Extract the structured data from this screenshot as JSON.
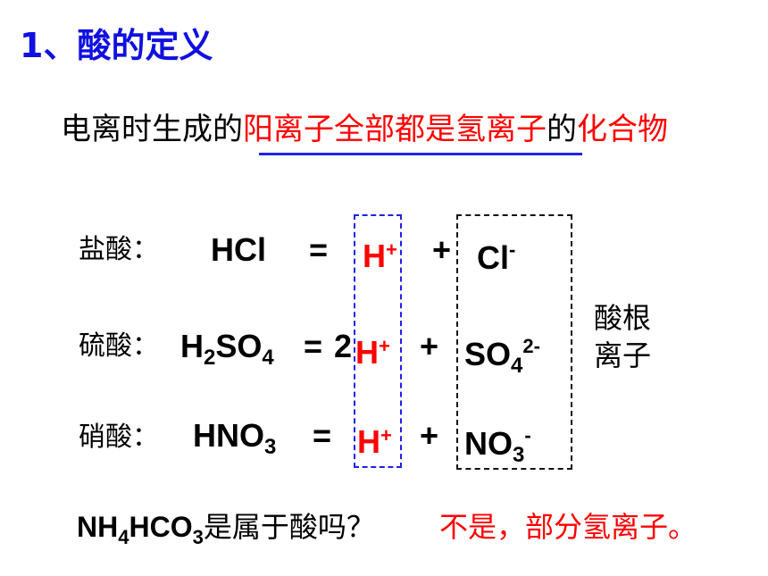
{
  "title": {
    "number": "1、",
    "text": "酸的定义"
  },
  "definition": {
    "part1": "电离时生成的",
    "part2_red": "阳离子全部都是氢离子",
    "part3": "的",
    "part4_red": "化合物"
  },
  "equations": [
    {
      "name": "盐酸：",
      "formula": "HCl",
      "sign": "=",
      "coef": "",
      "cation": "H",
      "cation_charge": "+",
      "plus": "+",
      "anion": "Cl",
      "anion_sub": "",
      "anion_charge": "-"
    },
    {
      "name": "硫酸：",
      "formula_parts": [
        "H",
        "2",
        "SO",
        "4"
      ],
      "sign": "=",
      "coef": "2",
      "cation": "H",
      "cation_charge": "+",
      "plus": "+",
      "anion": "SO",
      "anion_sub": "4",
      "anion_charge": "2-"
    },
    {
      "name": "硝酸：",
      "formula_parts": [
        "HNO",
        "3"
      ],
      "sign": "=",
      "coef": "",
      "cation": "H",
      "cation_charge": "+",
      "plus": "+",
      "anion": "NO",
      "anion_sub": "3",
      "anion_charge": "-"
    }
  ],
  "acid_radical_label": {
    "line1": "酸根",
    "line2": "离子"
  },
  "question": {
    "formula_parts": [
      "NH",
      "4",
      "HCO",
      "3"
    ],
    "text": "是属于酸吗？"
  },
  "answer": "不是，部分氢离子。",
  "colors": {
    "highlight_red": "#ff0000",
    "underline_blue": "#2222ee",
    "title_blue": "#1010e0",
    "h_box_blue": "#2020e8",
    "anion_box_black": "#111111"
  }
}
